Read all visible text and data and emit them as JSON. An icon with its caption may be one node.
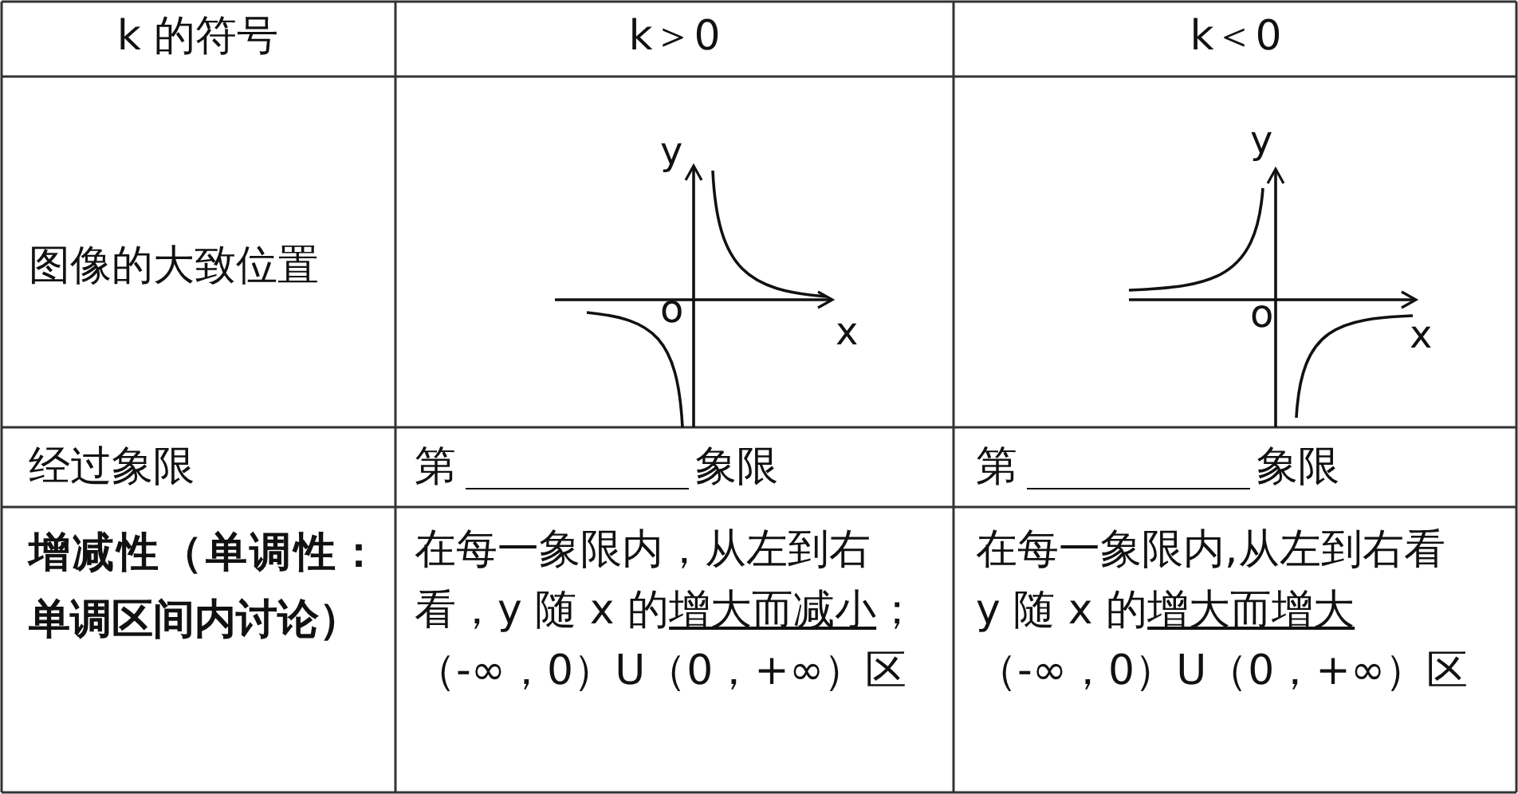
{
  "diagram": {
    "labels": [
      "k 的符号",
      "k＞0",
      "k＜0",
      "图像的大致位置",
      "y",
      "o",
      "x",
      "y",
      "o",
      "x",
      "经过象限",
      "第",
      "象限",
      "第",
      "象限",
      "增减性（单调性：单调区间内讨论）",
      "在每一象限内，从左到右看，y 随 x 的",
      "增大而减小",
      "；",
      "（-∞，0）U（0，+∞）区",
      "在每一象限内,从左到右看",
      "y 随 x 的",
      "增大而增大",
      "（-∞，0）U（0，+∞）区"
    ]
  }
}
